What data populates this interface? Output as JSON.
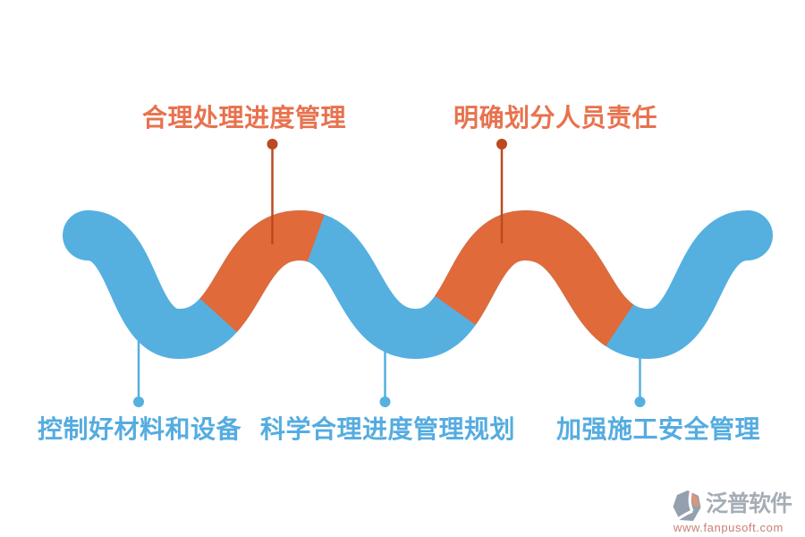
{
  "colors": {
    "ribbon_blue": "#55b0e0",
    "ribbon_orange": "#e06a3a",
    "leader_orange": "#bc4a20",
    "leader_blue": "#55b0e0",
    "heading_orange": "#e8724e",
    "label_blue": "#55ace0",
    "brand_gray": "#a6adb5",
    "brand_url_red": "#c97f74",
    "icon_gray": "#94a0ad",
    "icon_salmon": "#dd9579"
  },
  "top_labels": [
    {
      "text": "合理处理进度管理"
    },
    {
      "text": "明确划分人员责任"
    }
  ],
  "bottom_labels": [
    {
      "text": "控制好材料和设备"
    },
    {
      "text": "科学合理进度管理规划"
    },
    {
      "text": "加强施工安全管理"
    }
  ],
  "watermark": {
    "brand": "泛普软件",
    "url": "www.fanpusoft.com"
  }
}
